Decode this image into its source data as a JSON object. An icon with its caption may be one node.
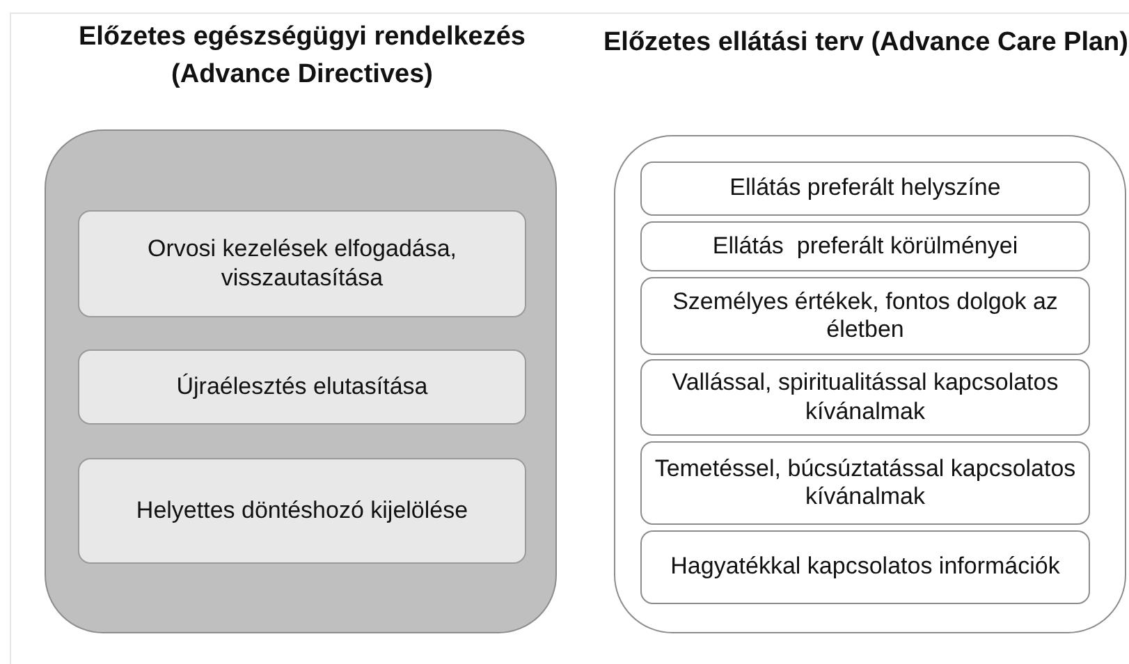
{
  "diagram": {
    "nodes": [
      {
        "text": [
          "Előzetes egészségügyi rendelkezés (Advance Directives)"
        ]
      },
      {
        "text": [
          "Orvosi kezelések elfogadása, visszautasítása"
        ],
        "in": 0
      },
      {
        "text": [
          "Újraélesztés elutasítása"
        ],
        "in": 0
      },
      {
        "text": [
          "Helyettes döntéshozó kijelölése"
        ],
        "in": 0
      },
      {
        "text": [
          "Előzetes ellátási terv (Advance Care Plan)"
        ]
      },
      {
        "text": [
          "Ellátás preferált helyszíne"
        ],
        "in": 4
      },
      {
        "text": [
          "Ellátás  preferált körülményei"
        ],
        "in": 4
      },
      {
        "text": [
          "Személyes értékek, fontos dolgok az életben"
        ],
        "in": 4
      },
      {
        "text": [
          "Vallással, spiritualitással kapcsolatos kívánalmak"
        ],
        "in": 4
      },
      {
        "text": [
          "Temetéssel, búcsúztatással kapcsolatos kívánalmak"
        ],
        "in": 4
      },
      {
        "text": [
          "Hagyatékkal kapcsolatos információk"
        ],
        "in": 4
      }
    ]
  }
}
